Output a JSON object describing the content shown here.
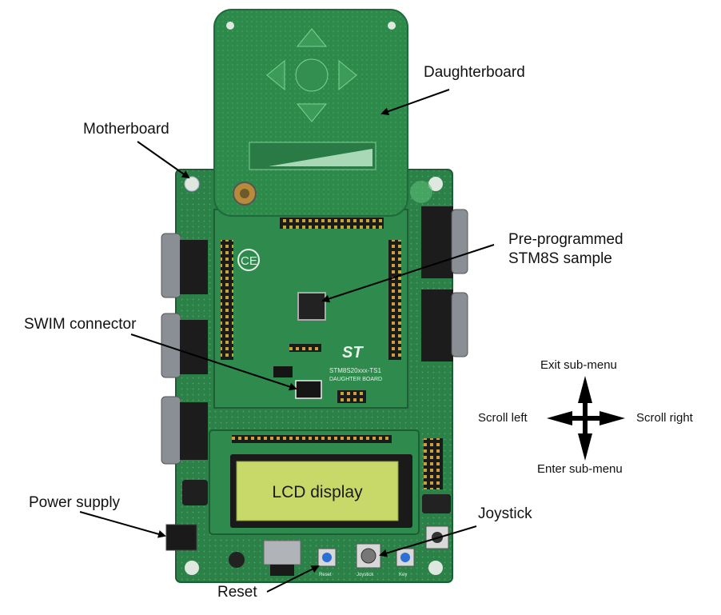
{
  "callouts": {
    "daughterboard": "Daughterboard",
    "motherboard": "Motherboard",
    "pre_programmed_line1": "Pre-programmed",
    "pre_programmed_line2": "STM8S sample",
    "swim_connector": "SWIM connector",
    "power_supply": "Power supply",
    "joystick": "Joystick",
    "reset": "Reset"
  },
  "lcd": {
    "text": "LCD display"
  },
  "joystick_legend": {
    "up": "Exit sub-menu",
    "down": "Enter sub-menu",
    "left": "Scroll left",
    "right": "Scroll right"
  },
  "silkscreen": {
    "daughter_board_name": "STM8S20xxx-TS1",
    "daughter_board_sub": "DAUGHTER BOARD",
    "reset_button": "Reset",
    "joystick_button": "Joystick",
    "key_button": "Key",
    "ce_mark": "CE",
    "st_logo": "ST"
  },
  "colors": {
    "pcb_dark": "#1f6a3b",
    "pcb_mid": "#2f8a4d",
    "pcb_light": "#3fa35e",
    "lcd_screen": "#c8d96a",
    "arrow": "#000000"
  }
}
